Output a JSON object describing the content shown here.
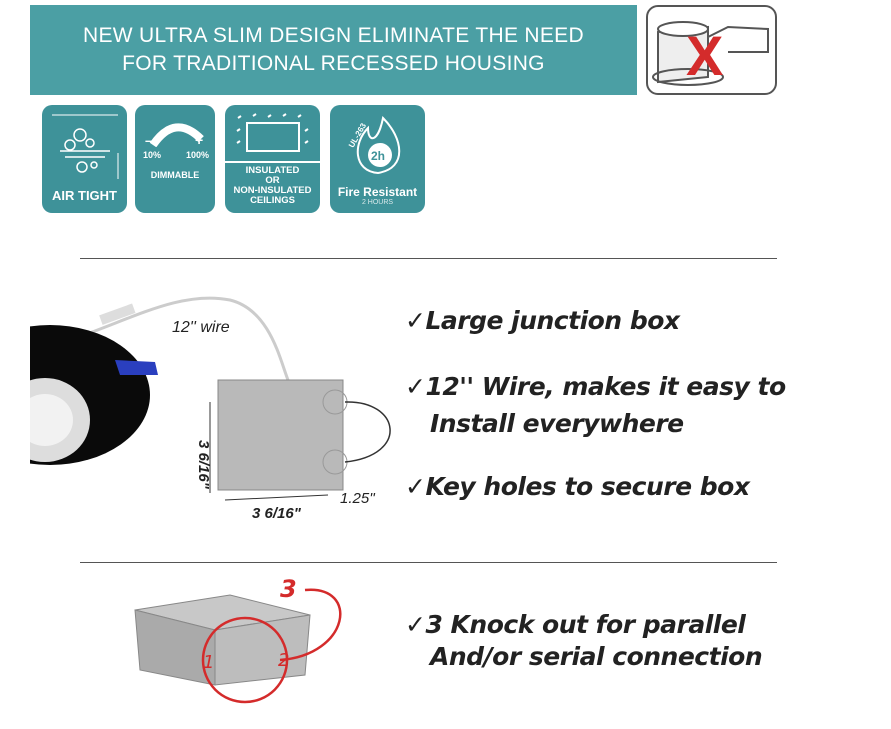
{
  "banner": {
    "line1": "NEW ULTRA SLIM DESIGN ELIMINATE THE NEED",
    "line2": "FOR TRADITIONAL RECESSED HOUSING"
  },
  "no_housing_icon": "no-housing-icon",
  "badges": [
    {
      "label": "AIR TIGHT"
    },
    {
      "label": "DIMMABLE",
      "min": "10%",
      "max": "100%"
    },
    {
      "label1": "INSULATED",
      "label2": "OR",
      "label3": "NON-INSULATED",
      "label4": "CEILINGS"
    },
    {
      "label": "Fire Resistant",
      "sub": "2 HOURS",
      "rating": "UL-263",
      "hours": "2h"
    }
  ],
  "junction": {
    "wire_label": "12''  wire",
    "height_dim": "3 6/16\"",
    "width_dim": "3 6/16\"",
    "depth_dim": "1.25''",
    "features": [
      "✓Large junction box",
      "✓12'' Wire, makes it easy to",
      "Install everywhere",
      "✓Key holes to secure box"
    ]
  },
  "knockout": {
    "markers": [
      "1",
      "2",
      "3"
    ],
    "features": [
      "✓3 Knock out for parallel",
      "And/or serial connection"
    ]
  },
  "colors": {
    "teal": "#4b9fa4",
    "red": "#d42b2b"
  }
}
